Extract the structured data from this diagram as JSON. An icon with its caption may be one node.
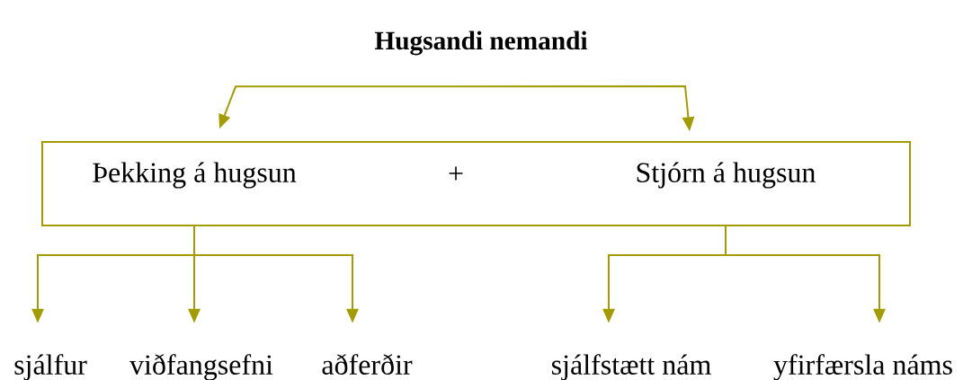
{
  "diagram": {
    "title": "Hugsandi nemandi",
    "nodes": [
      {
        "text": [],
        "shape": "box"
      },
      {
        "text": [
          "Þekking á hugsun"
        ],
        "in": 0
      },
      {
        "text": [
          "Stjórn á hugsun"
        ],
        "in": 0
      },
      {
        "text": [
          "sjálfur"
        ]
      },
      {
        "text": [
          "viðfangsefni"
        ]
      },
      {
        "text": [
          "aðferðir"
        ]
      },
      {
        "text": [
          "sjálfstætt nám"
        ]
      },
      {
        "text": [
          "yfirfærsla náms"
        ]
      }
    ],
    "edges": [
      {
        "from": 1,
        "to": 2,
        "arrow": "both"
      },
      {
        "from": 1,
        "to": 3,
        "arrow": "to"
      },
      {
        "from": 1,
        "to": 4,
        "arrow": "to"
      },
      {
        "from": 1,
        "to": 5,
        "arrow": "to"
      },
      {
        "from": 2,
        "to": 6,
        "arrow": "to"
      },
      {
        "from": 2,
        "to": 7,
        "arrow": "to"
      }
    ],
    "labels": [
      "+"
    ]
  }
}
